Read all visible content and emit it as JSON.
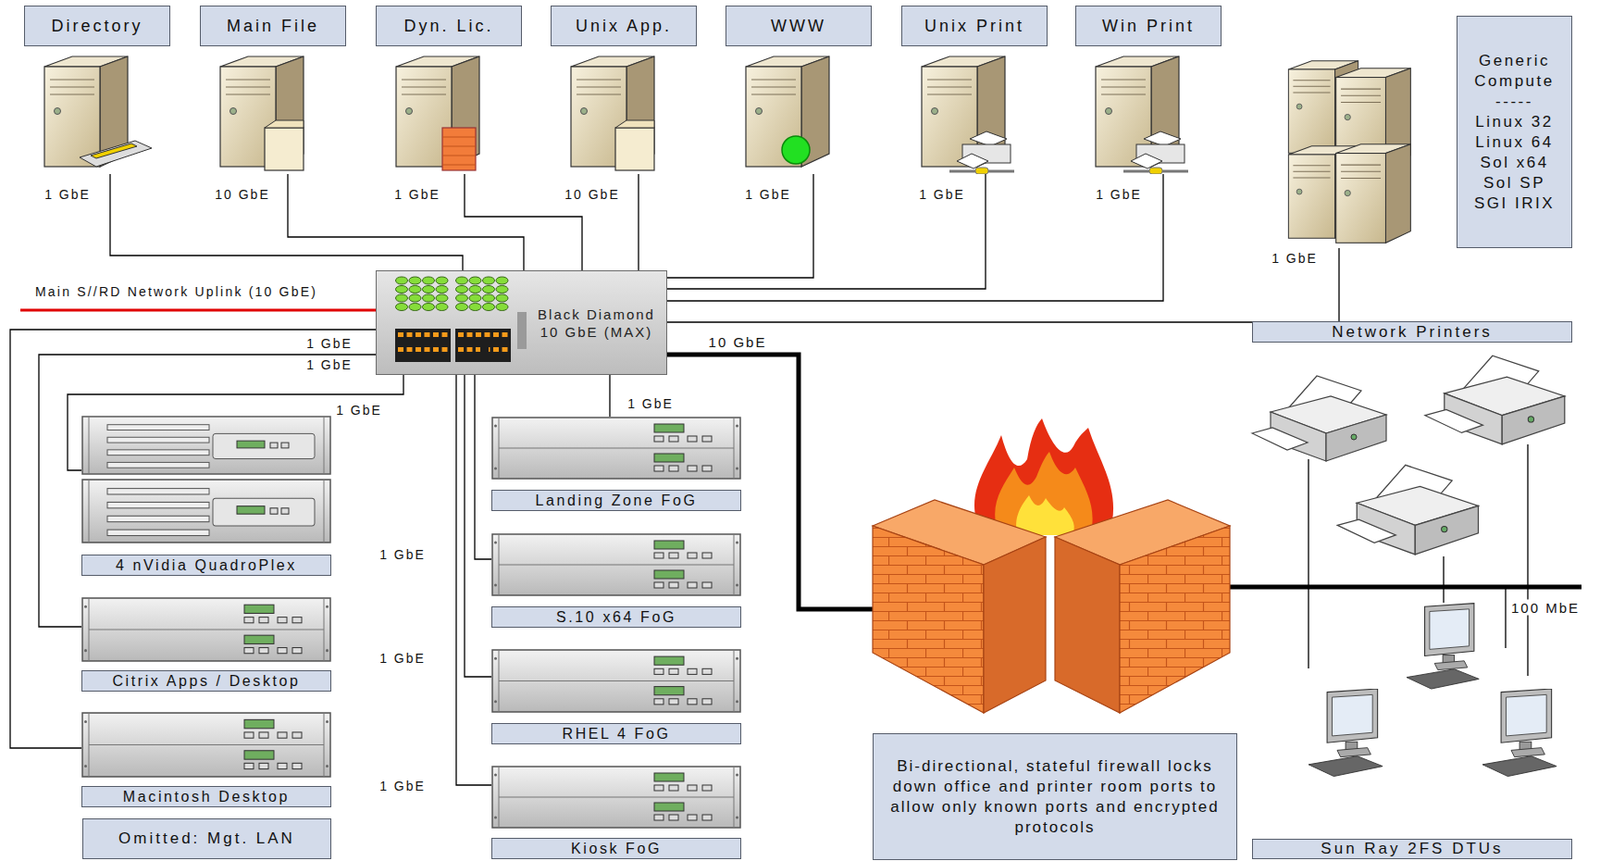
{
  "diagram": {
    "nodes": [
      {
        "text": [
          "Directory"
        ]
      },
      {
        "text": [
          "Main File"
        ]
      },
      {
        "text": [
          "Dyn. Lic."
        ]
      },
      {
        "text": [
          "Unix App."
        ]
      },
      {
        "text": [
          "WWW"
        ]
      },
      {
        "text": [
          "Unix Print"
        ]
      },
      {
        "text": [
          "Win Print"
        ]
      },
      {
        "text": [
          "Generic Compute",
          "-----",
          "Linux 32",
          "Linux 64",
          "Sol x64",
          "Sol SP",
          "SGI IRIX"
        ]
      },
      {
        "text": [
          "Black Diamond 10 GbE (MAX)"
        ]
      },
      {
        "text": [
          "Network Printers"
        ]
      },
      {
        "text": [
          "Landing Zone FoG"
        ]
      },
      {
        "text": [
          "4 nVidia QuadroPlex"
        ]
      },
      {
        "text": [
          "S.10 x64 FoG"
        ]
      },
      {
        "text": [
          "Citrix Apps / Desktop"
        ]
      },
      {
        "text": [
          "RHEL 4 FoG"
        ]
      },
      {
        "text": [
          "Macintosh Desktop"
        ]
      },
      {
        "text": [
          "Kiosk FoG"
        ]
      },
      {
        "text": [
          "Omitted: Mgt. LAN"
        ]
      },
      {
        "text": [
          "Bi-directional, stateful firewall locks down office and printer room ports to allow only known ports and encrypted protocols"
        ]
      },
      {
        "text": [
          "Sun Ray 2FS DTUs"
        ]
      }
    ],
    "edges": [
      {
        "from": 0,
        "to": 8,
        "label": "1 GbE",
        "arrow": "none"
      },
      {
        "from": 1,
        "to": 8,
        "label": "10 GbE",
        "arrow": "none"
      },
      {
        "from": 2,
        "to": 8,
        "label": "1 GbE",
        "arrow": "none"
      },
      {
        "from": 3,
        "to": 8,
        "label": "10 GbE",
        "arrow": "none"
      },
      {
        "from": 4,
        "to": 8,
        "label": "1 GbE",
        "arrow": "none"
      },
      {
        "from": 5,
        "to": 8,
        "label": "1 GbE",
        "arrow": "none"
      },
      {
        "from": 6,
        "to": 8,
        "label": "1 GbE",
        "arrow": "none"
      },
      {
        "from": 7,
        "to": 8,
        "label": "1 GbE",
        "arrow": "none"
      },
      {
        "from": 15,
        "to": 8,
        "label": "1 GbE",
        "arrow": "none"
      },
      {
        "from": 13,
        "to": 8,
        "label": "1 GbE",
        "arrow": "none"
      },
      {
        "from": 11,
        "to": 8,
        "label": "1 GbE",
        "arrow": "none"
      },
      {
        "from": 10,
        "to": 8,
        "label": "1 GbE",
        "arrow": "none"
      },
      {
        "from": 12,
        "to": 8,
        "label": "1 GbE",
        "arrow": "none"
      },
      {
        "from": 14,
        "to": 8,
        "label": "1 GbE",
        "arrow": "none"
      },
      {
        "from": 16,
        "to": 8,
        "label": "1 GbE",
        "arrow": "none"
      }
    ],
    "labels": [
      "Main S//RD Network Uplink (10 GbE)",
      "10 GbE",
      "100 MbE"
    ]
  }
}
